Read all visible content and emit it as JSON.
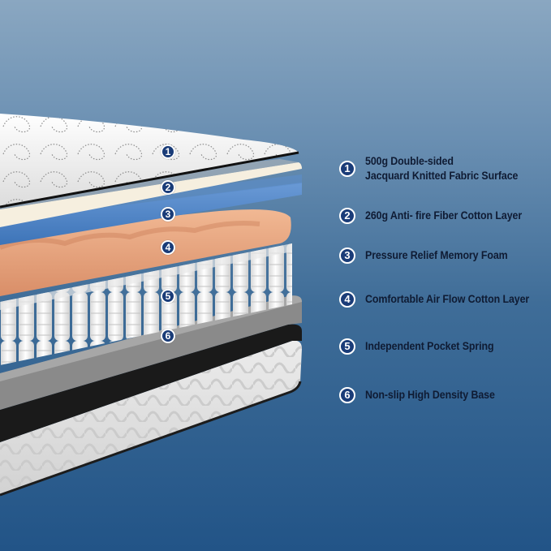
{
  "colors": {
    "background_top": "#8aa7c1",
    "background_bottom": "#225487",
    "badge_fill": "#1a3c78",
    "badge_border": "#ffffff",
    "label_text": "#0f1b33",
    "fabric_surface": "#f0f0f0",
    "fiber_cotton": "#f3ecdc",
    "memory_foam": "#4f86c6",
    "air_flow_cotton": "#e8a886",
    "pocket_springs": "#f4f4f4",
    "base_gray": "#8c8c8c",
    "base_black": "#1a1a1a",
    "side_panel": "#e2e2e2"
  },
  "layers": [
    {
      "number": "1",
      "label_line1": "500g Double-sided",
      "label_line2": "Jacquard Knitted Fabric Surface"
    },
    {
      "number": "2",
      "label": "260g Anti- fire Fiber Cotton Layer"
    },
    {
      "number": "3",
      "label": "Pressure Relief Memory Foam"
    },
    {
      "number": "4",
      "label": "Comfortable Air Flow Cotton Layer"
    },
    {
      "number": "5",
      "label": "Independent Pocket Spring"
    },
    {
      "number": "6",
      "label": "Non-slip High Density Base"
    }
  ]
}
